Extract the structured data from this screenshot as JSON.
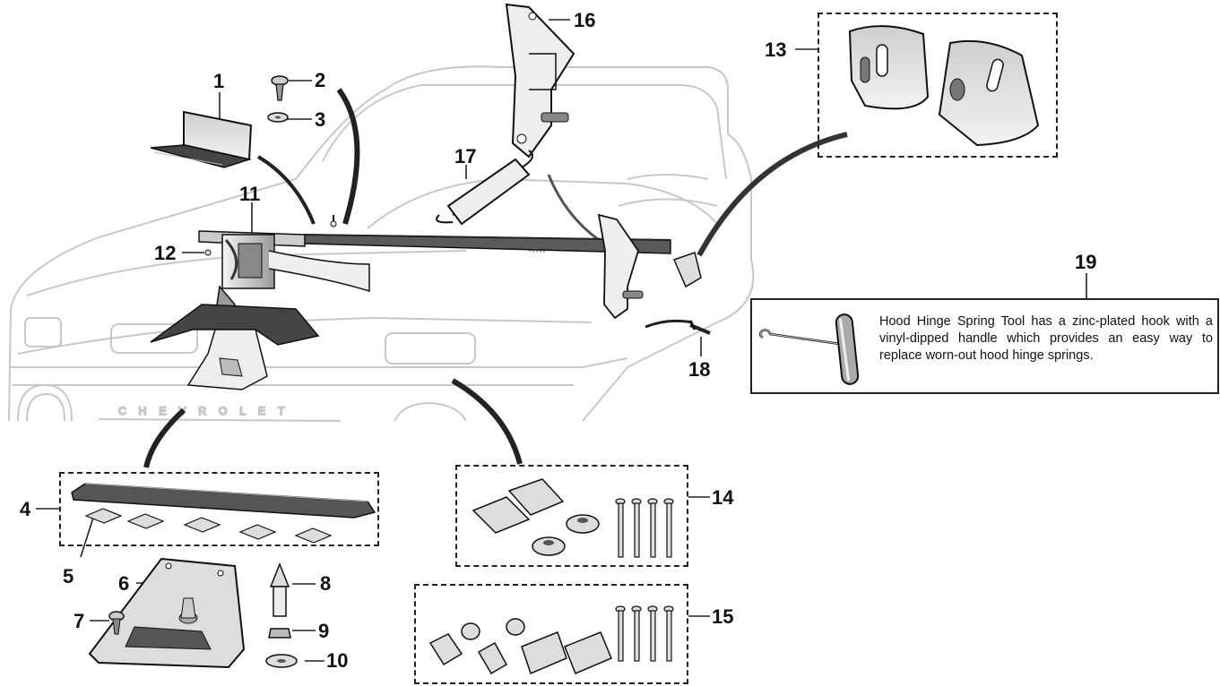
{
  "callouts": {
    "c1": "1",
    "c2": "2",
    "c3": "3",
    "c4": "4",
    "c5": "5",
    "c6": "6",
    "c7": "7",
    "c8": "8",
    "c9": "9",
    "c10": "10",
    "c11": "11",
    "c12": "12",
    "c13": "13",
    "c14": "14",
    "c15": "15",
    "c16": "16",
    "c17": "17",
    "c18": "18",
    "c19": "19"
  },
  "tool_box": {
    "description": "Hood Hinge Spring Tool has a zinc-plated hook with a vinyl-dipped handle which provides an easy way to replace worn-out hood hinge springs."
  },
  "colors": {
    "line": "#1a1a1a",
    "truck_outline": "#c8c8c8",
    "part_fill": "#d9d9d9",
    "part_dark": "#3a3a3a",
    "accent": "#e2714a"
  }
}
